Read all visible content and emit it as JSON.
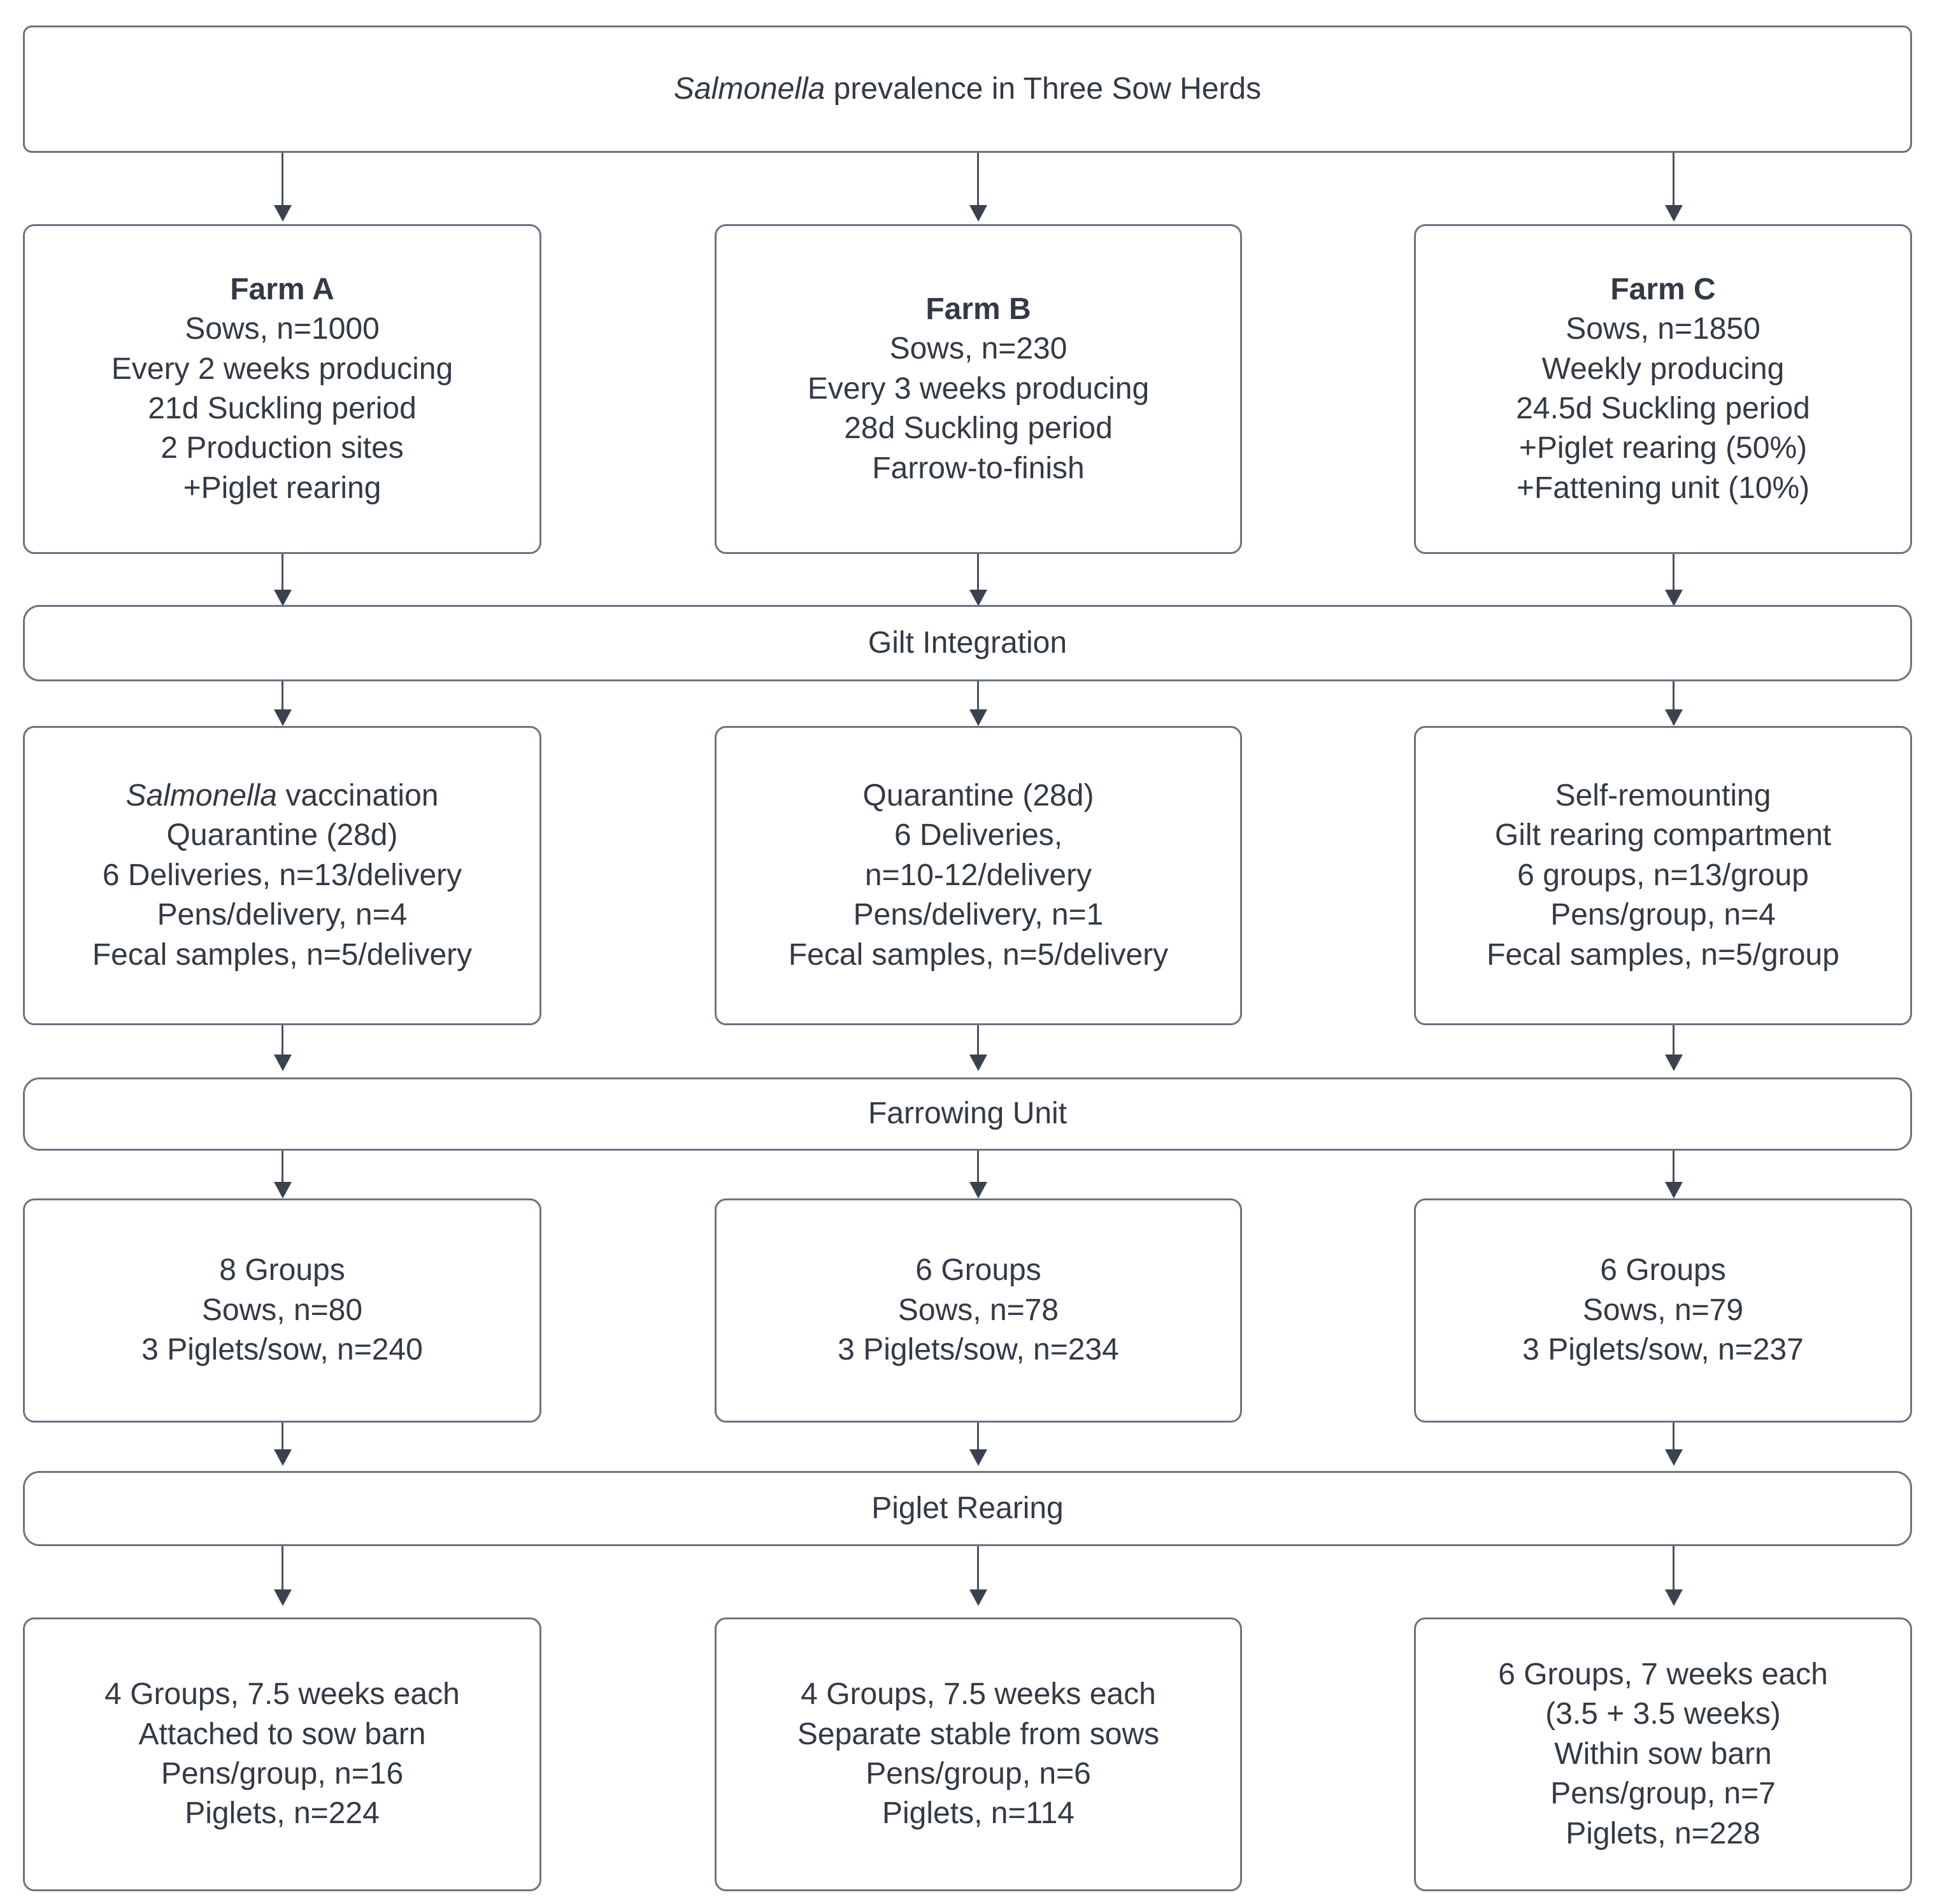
{
  "diagram": {
    "title_prefix_italic": "Salmonella",
    "title_rest": " prevalence in Three Sow Herds",
    "colors": {
      "border": "#6b7380",
      "text": "#333a45",
      "arrow": "#3b424f",
      "background": "#ffffff"
    },
    "bands": {
      "gilt_integration": "Gilt Integration",
      "farrowing_unit": "Farrowing Unit",
      "piglet_rearing": "Piglet Rearing"
    },
    "farms": [
      {
        "id": "farm-a",
        "header": "Farm A",
        "lines": [
          "Sows, n=1000",
          "Every 2 weeks producing",
          "21d Suckling period",
          "2 Production sites",
          "+Piglet rearing"
        ]
      },
      {
        "id": "farm-b",
        "header": "Farm B",
        "lines": [
          "Sows, n=230",
          "Every 3 weeks producing",
          "28d Suckling period",
          "Farrow-to-finish"
        ]
      },
      {
        "id": "farm-c",
        "header": "Farm C",
        "lines": [
          "Sows, n=1850",
          "Weekly producing",
          "24.5d Suckling period",
          "+Piglet rearing (50%)",
          "+Fattening unit (10%)"
        ]
      }
    ],
    "gilt_boxes": [
      {
        "id": "gilt-a",
        "italic_first_word": "Salmonella",
        "first_line_rest": " vaccination",
        "lines": [
          "Quarantine (28d)",
          "6 Deliveries, n=13/delivery",
          "Pens/delivery, n=4",
          "Fecal samples, n=5/delivery"
        ]
      },
      {
        "id": "gilt-b",
        "lines": [
          "Quarantine (28d)",
          "6 Deliveries,",
          "n=10-12/delivery",
          "Pens/delivery, n=1",
          "Fecal samples, n=5/delivery"
        ]
      },
      {
        "id": "gilt-c",
        "lines": [
          "Self-remounting",
          "Gilt rearing compartment",
          "6 groups, n=13/group",
          "Pens/group, n=4",
          "Fecal samples, n=5/group"
        ]
      }
    ],
    "farrowing_boxes": [
      {
        "id": "farrow-a",
        "lines": [
          "8 Groups",
          "Sows, n=80",
          "3 Piglets/sow, n=240"
        ]
      },
      {
        "id": "farrow-b",
        "lines": [
          "6 Groups",
          "Sows, n=78",
          "3 Piglets/sow, n=234"
        ]
      },
      {
        "id": "farrow-c",
        "lines": [
          "6 Groups",
          "Sows, n=79",
          "3 Piglets/sow, n=237"
        ]
      }
    ],
    "rearing_boxes": [
      {
        "id": "rear-a",
        "lines": [
          "4 Groups, 7.5 weeks each",
          "Attached to sow barn",
          "Pens/group, n=16",
          "Piglets, n=224"
        ]
      },
      {
        "id": "rear-b",
        "lines": [
          "4 Groups, 7.5 weeks each",
          "Separate stable from sows",
          "Pens/group, n=6",
          "Piglets, n=114"
        ]
      },
      {
        "id": "rear-c",
        "lines": [
          "6 Groups, 7 weeks each",
          "(3.5 + 3.5 weeks)",
          "Within sow barn",
          "Pens/group, n=7",
          "Piglets, n=228"
        ]
      }
    ]
  }
}
